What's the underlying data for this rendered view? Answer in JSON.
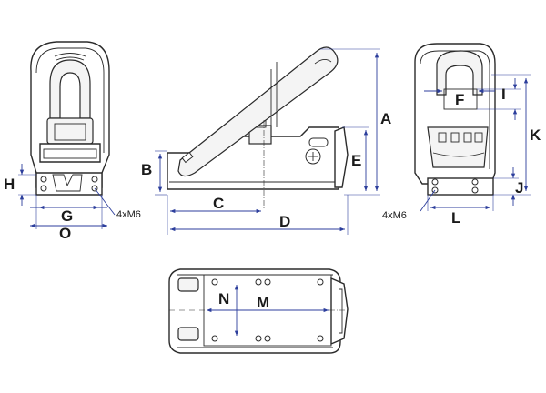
{
  "dimension_labels": {
    "A": "A",
    "B": "B",
    "C": "C",
    "D": "D",
    "E": "E",
    "F": "F",
    "G": "G",
    "H": "H",
    "I": "I",
    "J": "J",
    "K": "K",
    "L": "L",
    "M": "M",
    "N": "N",
    "O": "O"
  },
  "notes": {
    "thread_left": "4xM6",
    "thread_right": "4xM6"
  },
  "colors": {
    "outline": "#2b2b2b",
    "dimension_line": "#2c3e9c"
  }
}
